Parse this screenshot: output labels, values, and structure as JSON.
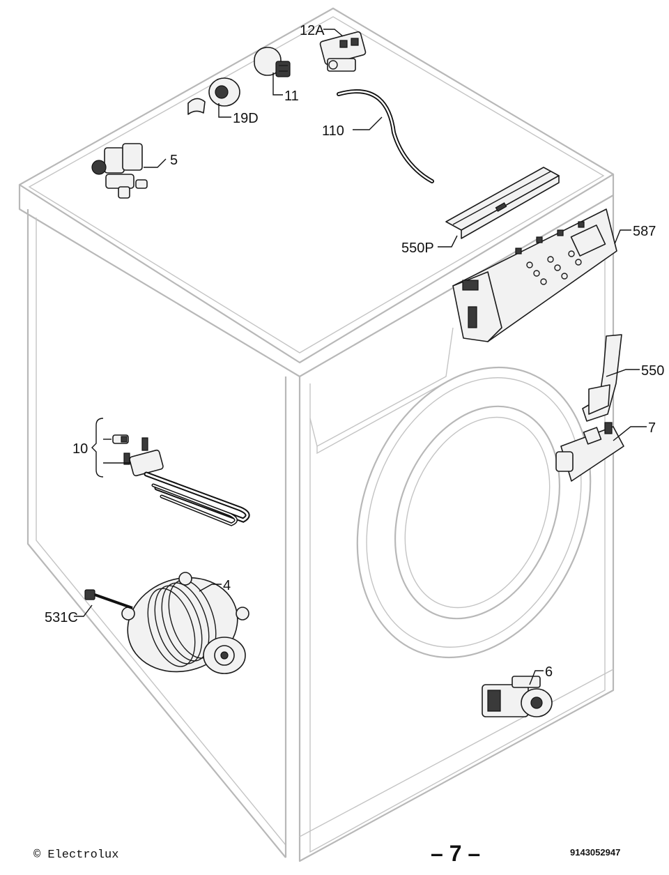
{
  "callouts": {
    "c12a": "12A",
    "c11": "11",
    "c19d": "19D",
    "c110": "110",
    "c5": "5",
    "c550p": "550P",
    "c587": "587",
    "c550": "550",
    "c7": "7",
    "c10": "10",
    "c4": "4",
    "c531c": "531C",
    "c6": "6"
  },
  "footer": {
    "copyright": "© Electrolux",
    "page_number": "– 7 –",
    "document_code": "9143052947"
  }
}
